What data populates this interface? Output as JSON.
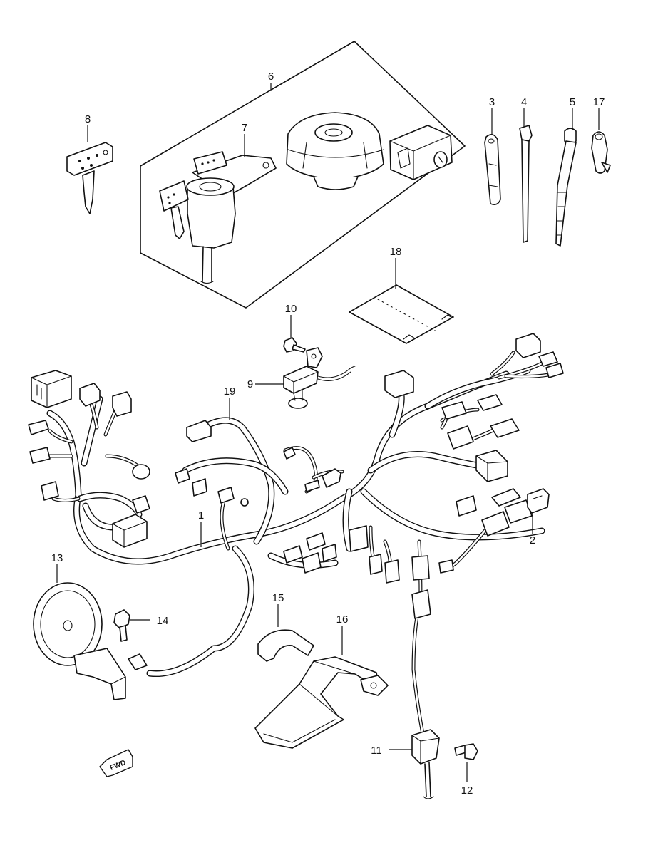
{
  "callouts": [
    {
      "id": "1",
      "label": "1"
    },
    {
      "id": "2",
      "label": "2"
    },
    {
      "id": "3",
      "label": "3"
    },
    {
      "id": "4",
      "label": "4"
    },
    {
      "id": "5",
      "label": "5"
    },
    {
      "id": "6",
      "label": "6"
    },
    {
      "id": "7",
      "label": "7"
    },
    {
      "id": "8",
      "label": "8"
    },
    {
      "id": "9",
      "label": "9"
    },
    {
      "id": "10",
      "label": "10"
    },
    {
      "id": "11",
      "label": "11"
    },
    {
      "id": "12",
      "label": "12"
    },
    {
      "id": "13",
      "label": "13"
    },
    {
      "id": "14",
      "label": "14"
    },
    {
      "id": "15",
      "label": "15"
    },
    {
      "id": "16",
      "label": "16"
    },
    {
      "id": "17",
      "label": "17"
    },
    {
      "id": "18",
      "label": "18"
    },
    {
      "id": "19",
      "label": "19"
    }
  ],
  "fwd_marker": {
    "label": "FWD",
    "icon": "forward-arrow-icon"
  },
  "line_color": "#111111",
  "background_color": "#ffffff"
}
